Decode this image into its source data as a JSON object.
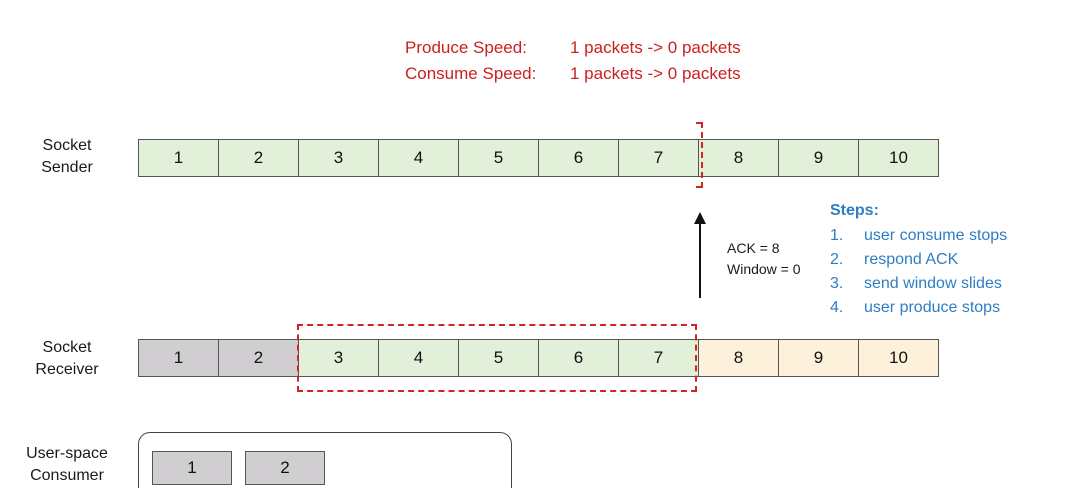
{
  "speeds": {
    "produce": {
      "label": "Produce Speed:",
      "value": "1 packets -> 0 packets"
    },
    "consume": {
      "label": "Consume Speed:",
      "value": "1 packets -> 0 packets"
    }
  },
  "sender": {
    "label_line1": "Socket",
    "label_line2": "Sender",
    "cells": [
      {
        "text": "1",
        "state": "green"
      },
      {
        "text": "2",
        "state": "green"
      },
      {
        "text": "3",
        "state": "green"
      },
      {
        "text": "4",
        "state": "green"
      },
      {
        "text": "5",
        "state": "green"
      },
      {
        "text": "6",
        "state": "green"
      },
      {
        "text": "7",
        "state": "green"
      },
      {
        "text": "8",
        "state": "green"
      },
      {
        "text": "9",
        "state": "green"
      },
      {
        "text": "10",
        "state": "green"
      }
    ]
  },
  "receiver": {
    "label_line1": "Socket",
    "label_line2": "Receiver",
    "cells": [
      {
        "text": "1",
        "state": "gray"
      },
      {
        "text": "2",
        "state": "gray"
      },
      {
        "text": "3",
        "state": "green"
      },
      {
        "text": "4",
        "state": "green"
      },
      {
        "text": "5",
        "state": "green"
      },
      {
        "text": "6",
        "state": "green"
      },
      {
        "text": "7",
        "state": "green"
      },
      {
        "text": "8",
        "state": "yellow"
      },
      {
        "text": "9",
        "state": "yellow"
      },
      {
        "text": "10",
        "state": "yellow"
      }
    ]
  },
  "ack": {
    "line1": "ACK = 8",
    "line2": "Window = 0"
  },
  "steps": {
    "title": "Steps:",
    "items": [
      {
        "num": "1.",
        "text": "user consume stops"
      },
      {
        "num": "2.",
        "text": "respond ACK"
      },
      {
        "num": "3.",
        "text": "send window slides"
      },
      {
        "num": "4.",
        "text": "user produce stops"
      }
    ]
  },
  "consumer": {
    "label_line1": "User-space",
    "label_line2": "Consumer",
    "packets": [
      "1",
      "2"
    ]
  },
  "colors": {
    "accent_red": "#d42323",
    "steps_blue": "#2e7dc4",
    "green_cell": "#e2efd9",
    "gray_cell": "#d0ced0",
    "yellow_cell": "#fdf1dc"
  }
}
